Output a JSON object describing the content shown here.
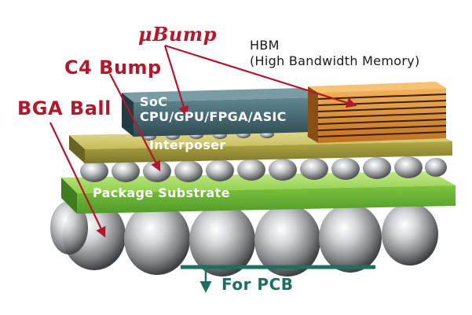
{
  "labels": {
    "ubump": "μBump",
    "c4_bump": "C4 Bump",
    "bga_ball": "BGA Ball",
    "hbm_line1": "HBM",
    "hbm_line2": "(High Bandwidth Memory)",
    "soc_line1": "SoC",
    "soc_line2": "CPU/GPU/FPGA/ASIC",
    "interposer": "Interposer",
    "package_substrate": "Package Substrate",
    "for_pcb": "For PCB"
  },
  "colors": {
    "callout_red": "#b3172b",
    "interposer_olive": "#b7ae4a",
    "substrate_green": "#6fbf3c",
    "soc_teal": "#4a6f78",
    "hbm_orange": "#e08a2a",
    "pcb_teal": "#1f6e60"
  }
}
